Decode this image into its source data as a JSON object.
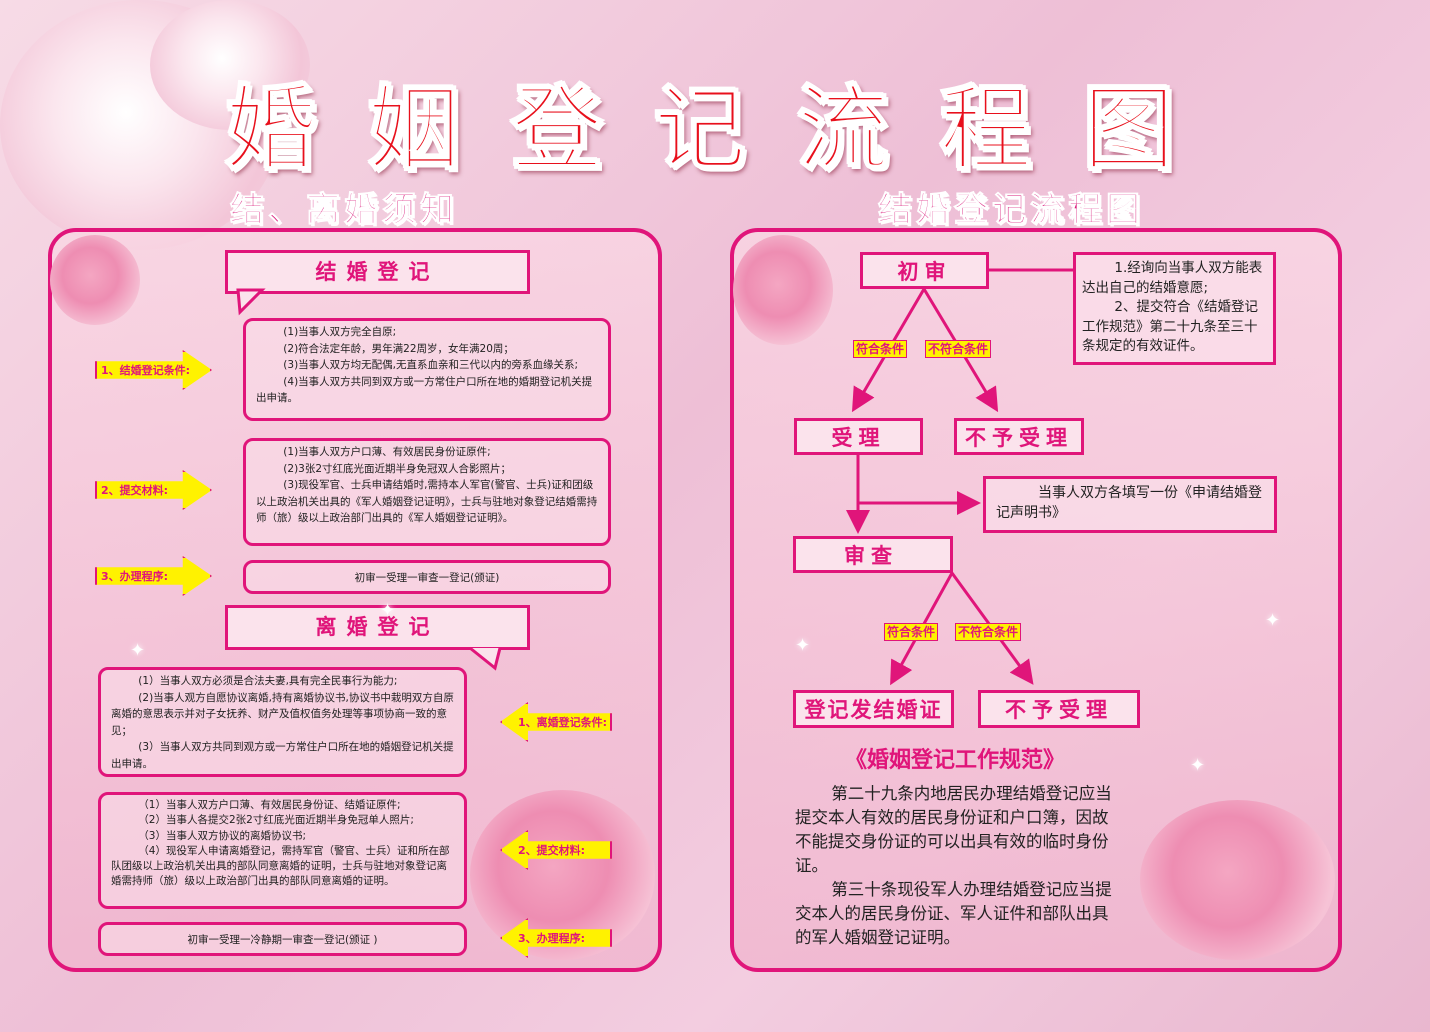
{
  "title": [
    "婚",
    "姻",
    "登",
    "记",
    "流",
    "程",
    "图"
  ],
  "left": {
    "heading": "结、离婚须知",
    "marriage": {
      "callout": "结婚登记",
      "labels": [
        "1、结婚登记条件:",
        "2、提交材料:",
        "3、办理程序:"
      ],
      "conditions": [
        "(1)当事人双方完全自原;",
        "(2)符合法定年龄，男年满22周岁，女年满20周；",
        "(3)当事人双方均无配偶,无直系血亲和三代以内的旁系血缘关系;",
        "(4)当事人双方共同到双方或一方常住户口所在地的婚期登记机关提出申请。"
      ],
      "materials": [
        "(1)当事人双方户口薄、有效居民身份证原件;",
        "(2)3张2寸红底光面近期半身免冠双人合影照片；",
        "(3)现役军官、士兵申请结婚时,需持本人军官(警官、士兵)证和团级以上政治机关出具的《军人婚姻登记证明》，士兵与驻地对象登记结婚需持师（旅）级以上政治部门出具的《军人婚姻登记证明》。"
      ],
      "procedure": "初审一受理一审查一登记(颁证)"
    },
    "divorce": {
      "callout": "离婚登记",
      "labels": [
        "1、离婚登记条件:",
        "2、提交材料:",
        "3、办理程序:"
      ],
      "conditions": [
        "(1）当事人双方必须是合法夫妻,具有完全民事行为能力;",
        "(2)当事人观方自愿协议离婚,持有离婚协议书,协议书中栽明双方自原离婚的意思表示并对子女抚养、财产及值权值务处理等事项协商一致的意见；",
        "(3）当事人双方共同到观方或一方常住户口所在地的婚姻登记机关提出申请。"
      ],
      "materials": [
        "（1）当事人双方户口薄、有效居民身份证、结婚证原件;",
        "（2）当事人各提交2张2寸红底光面近期半身免冠单人照片;",
        "（3）当事人双方协议的离婚协议书;",
        "（4）现役军人申请离婚登记，需持军官（警官、士兵）证和所在部队团级以上政治机关出具的部队同意离婚的证明，士兵与驻地对象登记离婚需持师（旅）级以上政治部门出具的部队同意离婚的证明。"
      ],
      "procedure": "初审一受理一冷静期一审查一登记(颁证 )"
    }
  },
  "right": {
    "heading": "结婚登记流程图",
    "step1": "初审",
    "step1_note": [
      "1.经询向当事人双方能表达出自己的结婚意愿;",
      "2、提交符合《结婚登记工作规范》第二十九条至三十条规定的有效证件。"
    ],
    "ok": "符合条件",
    "not_ok": "不符合条件",
    "accept": "受理",
    "reject": "不予受理",
    "declaration": "当事人双方各填写一份《申请结婚登记声明书》",
    "review": "审查",
    "issue": "登记发结婚证",
    "reject2": "不予受理",
    "rules_title": "《婚姻登记工作规范》",
    "rules": [
      "第二十九条内地居民办理结婚登记应当提交本人有效的居民身份证和户口簿，因故不能提交身份证的可以出具有效的临时身份证。",
      "第三十条现役军人办理结婚登记应当提交本人的居民身份证、军人证件和部队出具的军人婚姻登记证明。"
    ]
  },
  "colors": {
    "accent": "#e0157a",
    "title": "#e8101c",
    "arrow": "#fff200"
  }
}
